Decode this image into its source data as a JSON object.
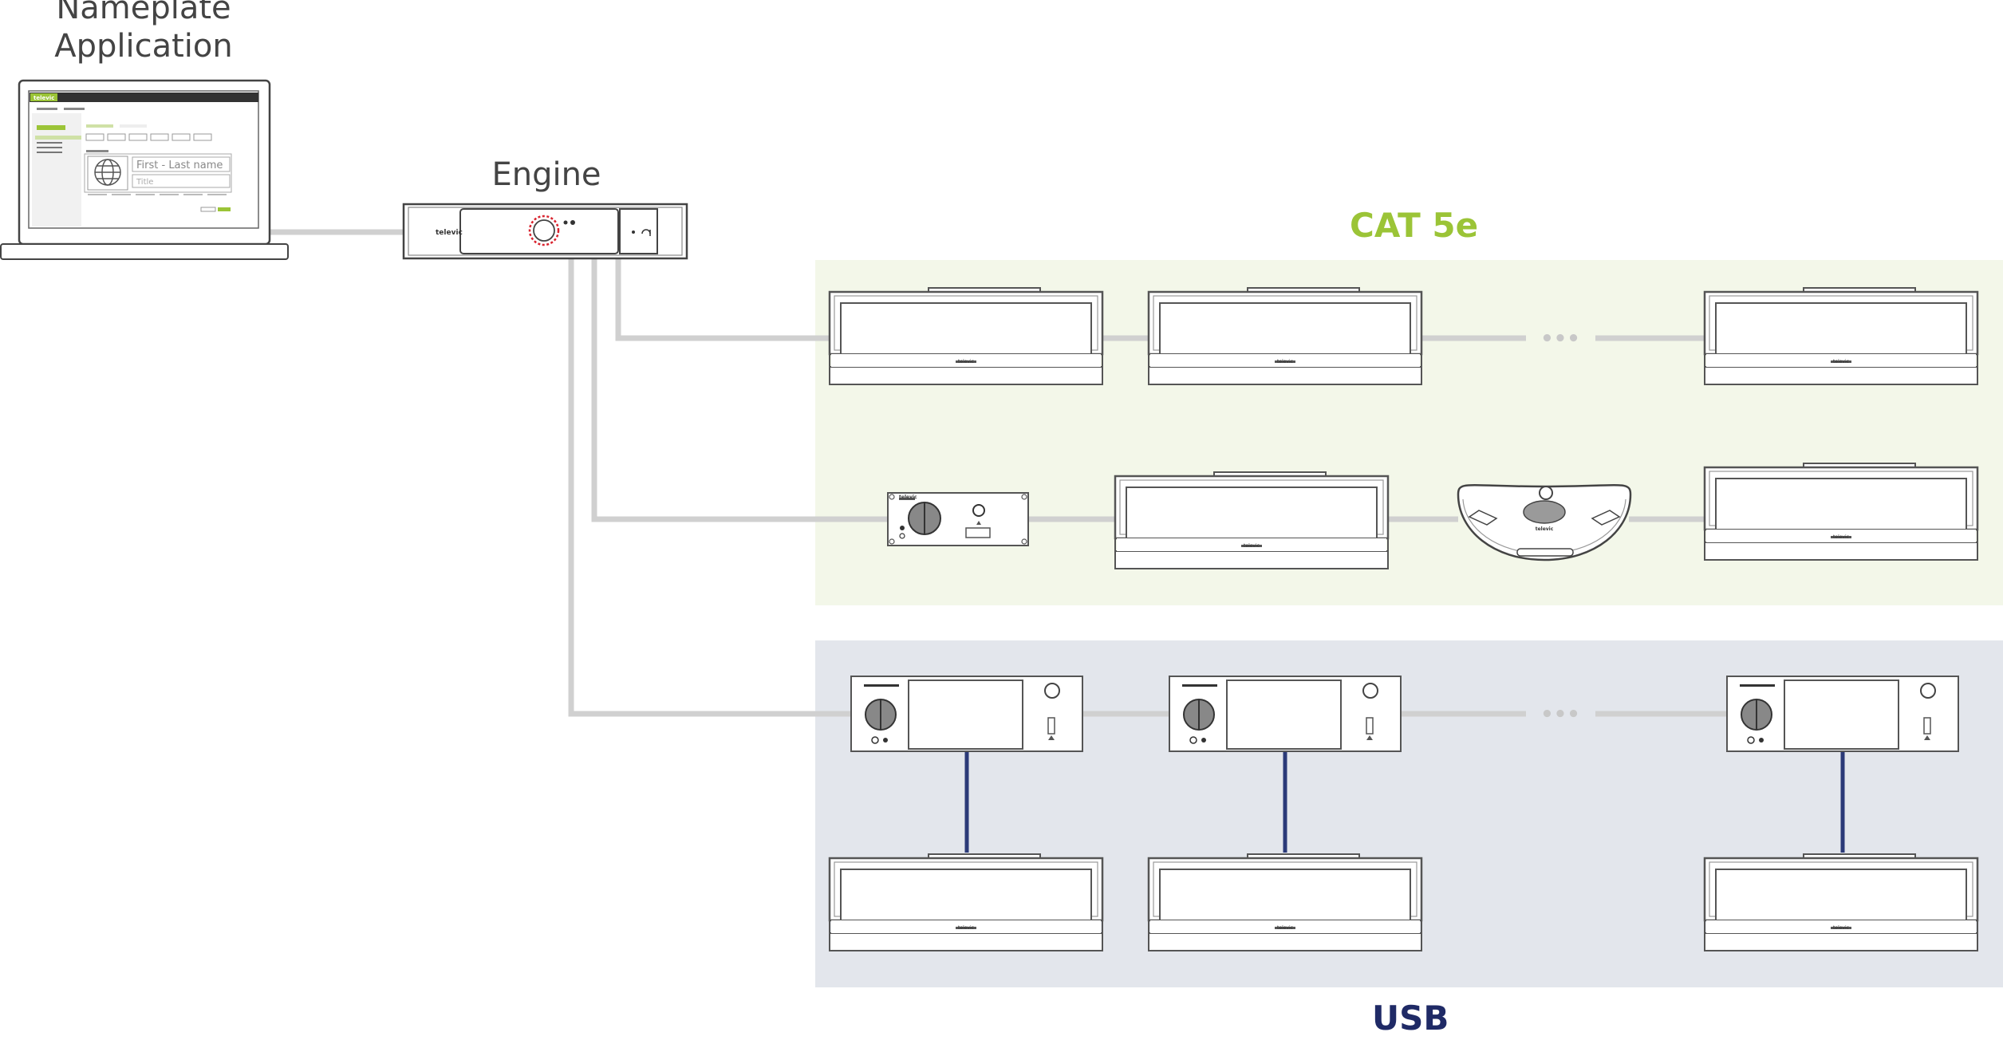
{
  "labels": {
    "application": [
      "Nameplate",
      "Application"
    ],
    "engine": "Engine",
    "cat": "CAT 5e",
    "usb": "USB"
  },
  "laptop_screen": {
    "brand": "televic",
    "name_placeholder": "First - Last name",
    "title_placeholder": "Title"
  },
  "device_brand": "televic",
  "ellipsis": "•••",
  "colors": {
    "cat_zone": "#f3f7e9",
    "usb_zone": "#e3e6ec",
    "cat_label": "#9bc437",
    "usb_label": "#1f2a66",
    "cable": "#d0d0d0",
    "usb_cable": "#2b3a78",
    "outline": "#555555",
    "accent_green": "#9bc437",
    "engine_ring": "#d9232e"
  }
}
